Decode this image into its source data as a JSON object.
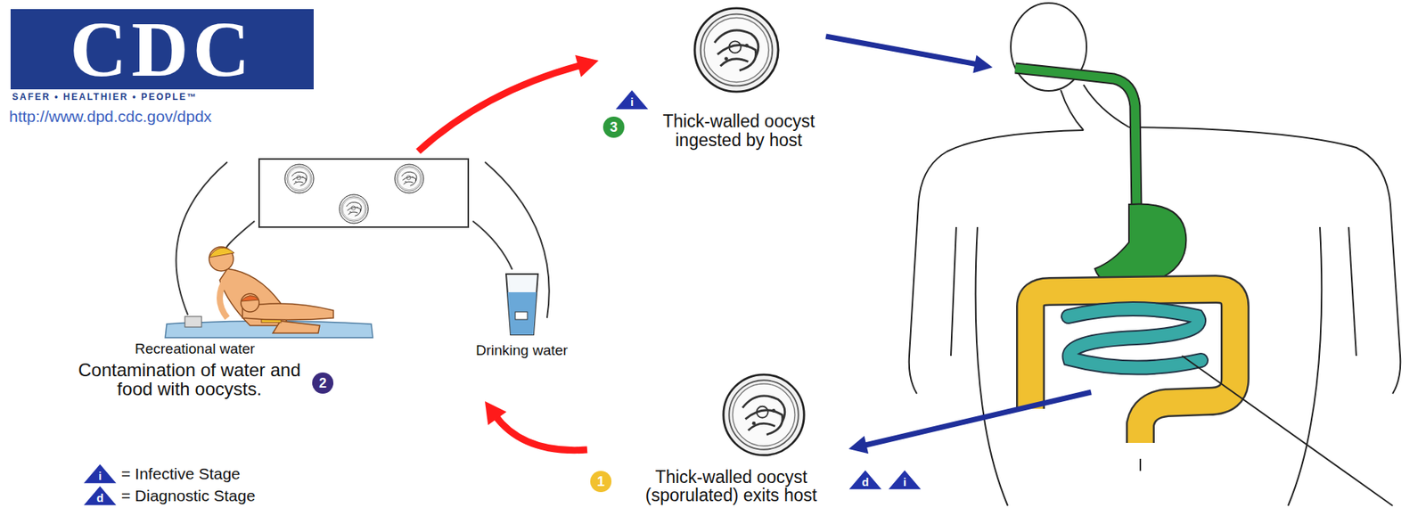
{
  "diagram": {
    "nodes": [
      {
        "text": [
          "3",
          "Thick-walled oocyst ingested by host"
        ]
      },
      {
        "text": [
          "Recreational water",
          "Drinking water",
          "Contamination of water and food with oocysts.",
          "2"
        ]
      },
      {
        "text": [
          "1",
          "Thick-walled oocyst (sporulated) exits host"
        ]
      }
    ],
    "edges": [
      {
        "from": 2,
        "to": 1,
        "arrow": "to"
      },
      {
        "from": 1,
        "to": 0,
        "arrow": "to"
      }
    ],
    "labels": [
      "CDC",
      "SAFER • HEALTHIER • PEOPLE™",
      "http://www.dpd.cdc.gov/dpdx",
      "i",
      "d",
      "i",
      "i",
      "d"
    ],
    "legend": [
      {
        "text": "= Infective Stage"
      },
      {
        "text": "= Diagnostic Stage"
      }
    ]
  }
}
